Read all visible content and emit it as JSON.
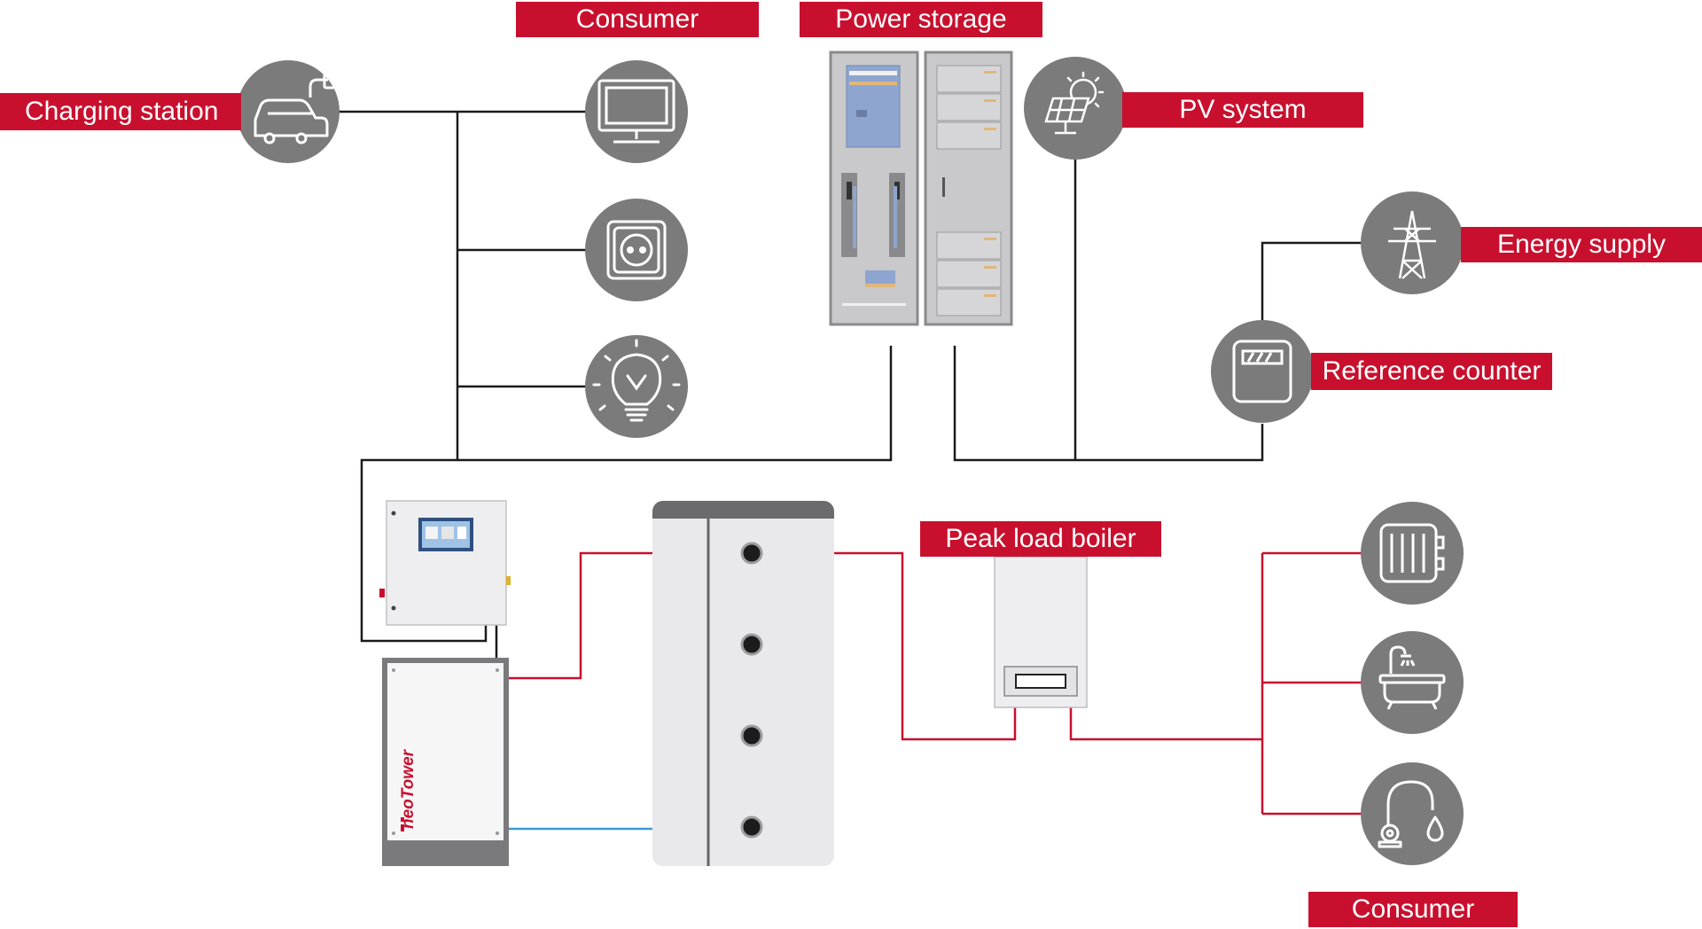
{
  "labels": {
    "consumer_top": "Consumer",
    "power_storage": "Power storage",
    "charging_station": "Charging station",
    "pv_system": "PV system",
    "energy_supply": "Energy supply",
    "reference_counter": "Reference counter",
    "peak_load_boiler": "Peak load boiler",
    "consumer_bottom": "Consumer"
  },
  "tower_brand": "neoTower",
  "colors": {
    "accent": "#c8102e",
    "icon_circle": "#7c7b7b",
    "wire_electric": "#1a1a1a",
    "wire_heating": "#c8102e",
    "wire_return": "#3a9ad9",
    "cabinet": "#cfcfd1",
    "tank": "#e9e9ec"
  },
  "icons": {
    "charging_station": "car-charging-icon",
    "monitor": "monitor-icon",
    "socket": "power-socket-icon",
    "bulb": "light-bulb-icon",
    "pv": "solar-panel-icon",
    "pylon": "power-pylon-icon",
    "meter": "electricity-meter-icon",
    "radiator": "radiator-icon",
    "bathtub": "bathtub-icon",
    "tap": "water-tap-icon"
  }
}
